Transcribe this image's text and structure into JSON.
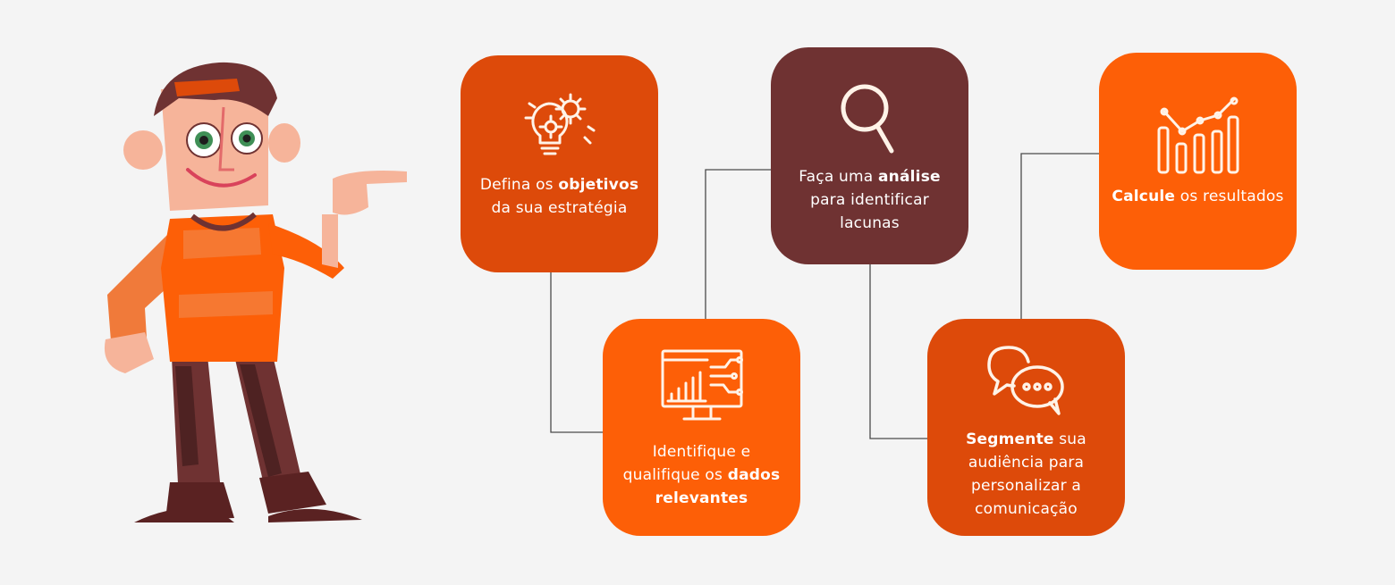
{
  "colors": {
    "background": "#f4f4f4",
    "card_orange_dark": "#dd4a0a",
    "card_orange_bright": "#fd5f07",
    "card_brown": "#6f3232",
    "connector": "#4a4a4a",
    "icon_stroke": "#fff3e8"
  },
  "steps": [
    {
      "id": "card1",
      "icon": "gear-lightbulb-icon",
      "pre": "Defina os ",
      "bold": "objetivos",
      "post": " da sua estratégia"
    },
    {
      "id": "card2",
      "icon": "data-monitor-chart-icon",
      "pre": "Identifique e qualifique os ",
      "bold": "dados relevantes",
      "post": ""
    },
    {
      "id": "card3",
      "icon": "magnifier-icon",
      "pre": "Faça uma ",
      "bold": "análise",
      "post": " para identificar lacunas"
    },
    {
      "id": "card4",
      "icon": "chat-bubbles-icon",
      "pre": "",
      "bold": "Segmente",
      "post": " sua audiência para personalizar a comunicação"
    },
    {
      "id": "card5",
      "icon": "bar-line-chart-icon",
      "pre": "",
      "bold": "Calcule",
      "post": " os resultados"
    }
  ],
  "character": {
    "icon": "cartoon-man-pointing-illustration"
  }
}
